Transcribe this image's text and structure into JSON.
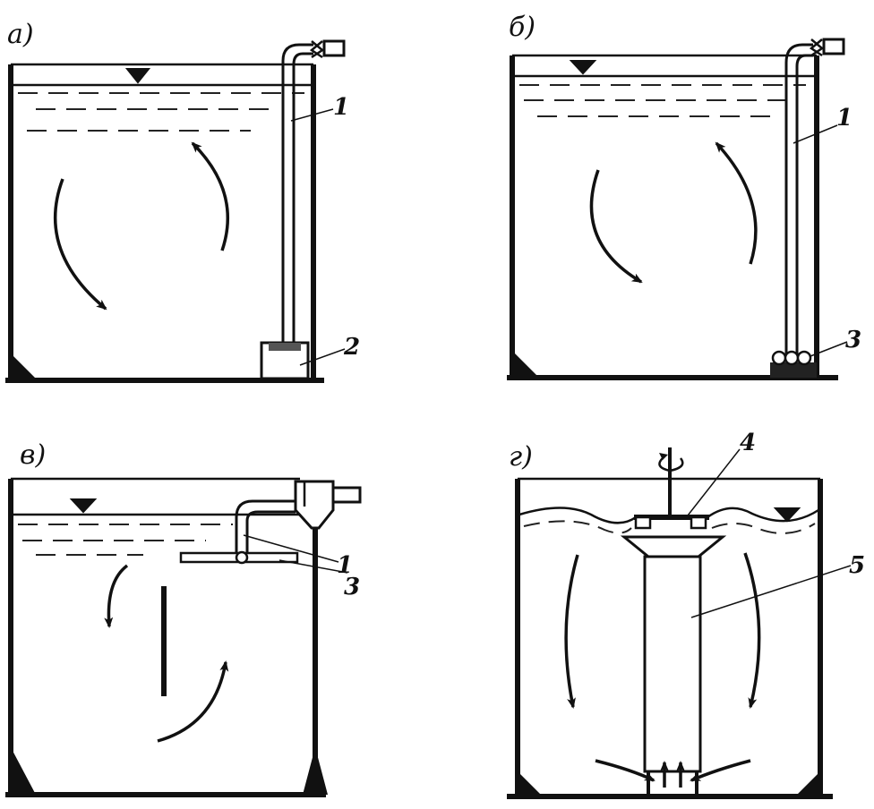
{
  "panels": [
    {
      "letter": "а)",
      "callouts": [
        "1",
        "2"
      ]
    },
    {
      "letter": "б)",
      "callouts": [
        "1",
        "3"
      ]
    },
    {
      "letter": "в)",
      "callouts": [
        "1",
        "3"
      ]
    },
    {
      "letter": "г)",
      "callouts": [
        "4",
        "5"
      ]
    }
  ]
}
